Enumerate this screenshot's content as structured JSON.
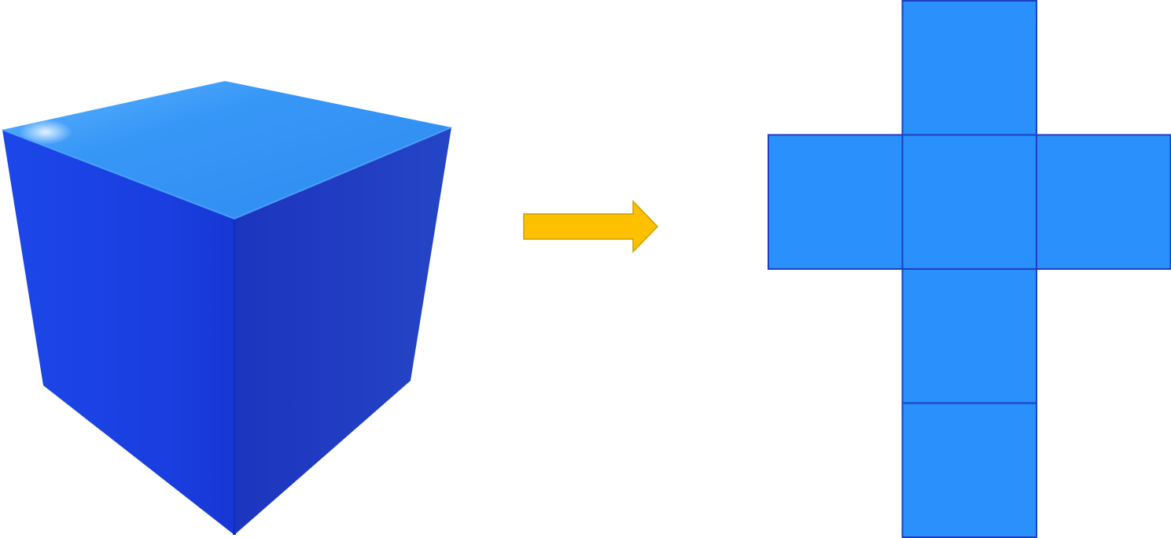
{
  "diagram": {
    "cube": {
      "faces": [
        "top",
        "front",
        "right"
      ],
      "colors": {
        "top": "#3797F7",
        "front": "#1940E0",
        "right": "#2342C0",
        "edge": "#1230C8"
      }
    },
    "arrow": {
      "direction": "right",
      "fill": "#FFC000",
      "stroke": "#C9A000"
    },
    "net": {
      "shape": "cross",
      "square_count": 6,
      "fill": "#2A90FB",
      "stroke": "#1E3FBF",
      "squares": [
        {
          "row": 0,
          "col": 1
        },
        {
          "row": 1,
          "col": 0
        },
        {
          "row": 1,
          "col": 1
        },
        {
          "row": 1,
          "col": 2
        },
        {
          "row": 2,
          "col": 1
        },
        {
          "row": 3,
          "col": 1
        }
      ]
    }
  }
}
